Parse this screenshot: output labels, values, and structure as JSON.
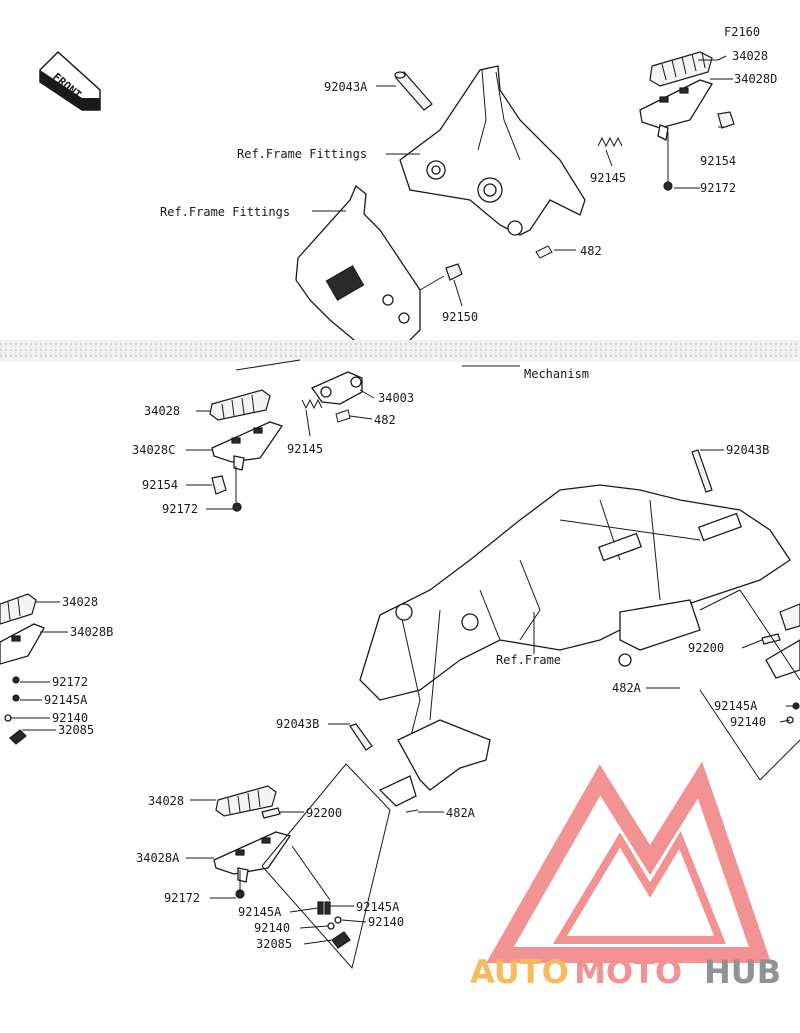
{
  "figure_code": "F2160",
  "front_label": "FRONT",
  "labels": {
    "l_34028_tr": "34028",
    "l_34028D": "34028D",
    "l_92154_tr": "92154",
    "l_92172_tr": "92172",
    "l_92043A": "92043A",
    "l_ref_frame_fittings_1": "Ref.Frame Fittings",
    "l_92145_top": "92145",
    "l_482_top": "482",
    "l_ref_frame_fittings_2": "Ref.Frame Fittings",
    "l_92150": "92150",
    "l_mechanism": "Mechanism",
    "l_34003": "34003",
    "l_34028_ml": "34028",
    "l_482_mid": "482",
    "l_34028C": "34028C",
    "l_92145_mid": "92145",
    "l_92154_ml": "92154",
    "l_92172_ml": "92172",
    "l_92043B_r": "92043B",
    "l_34028_l": "34028",
    "l_34028B": "34028B",
    "l_92172_l": "92172",
    "l_92145A_l": "92145A",
    "l_92140_l": "92140",
    "l_32085_l": "32085",
    "l_ref_frame": "Ref.Frame",
    "l_92200_r": "92200",
    "l_482A_r": "482A",
    "l_92145A_r": "92145A",
    "l_92140_r": "92140",
    "l_92043B_b": "92043B",
    "l_34028_b": "34028",
    "l_92200_b": "92200",
    "l_482A_b": "482A",
    "l_34028A": "34028A",
    "l_92172_b": "92172",
    "l_92145A_b1": "92145A",
    "l_92145A_b2": "92145A",
    "l_92140_b1": "92140",
    "l_92140_b2": "92140",
    "l_32085_b": "32085"
  },
  "watermark": {
    "part1": "AUTO",
    "part2": "MOTO",
    "part3": "HUB",
    "color_main": "#f08080",
    "color_accent": "#f5b041",
    "color_dark": "#7f7f7f"
  }
}
